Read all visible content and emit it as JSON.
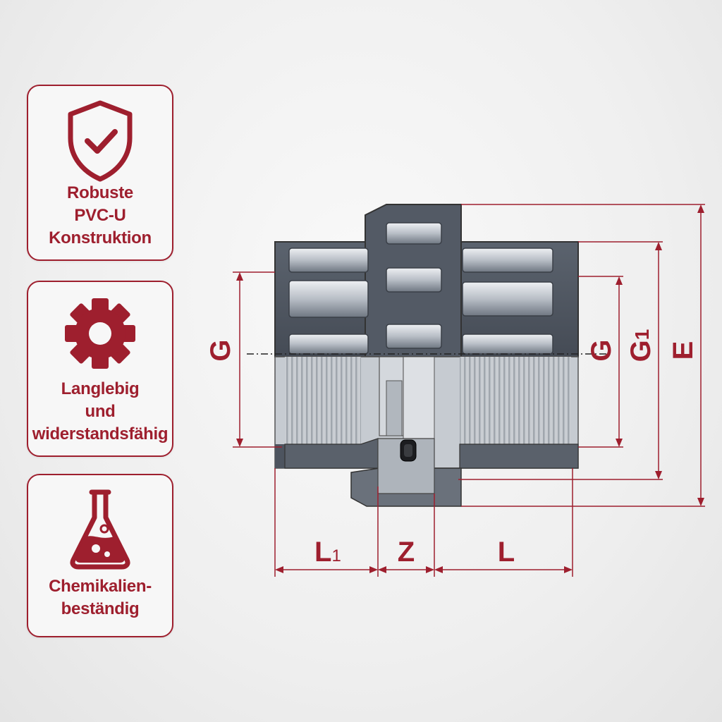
{
  "colors": {
    "accent": "#9e1f2e",
    "body_dark": "#4d545f",
    "body_light": "#c6cbd1",
    "thread": "#b3b8bf"
  },
  "features": [
    {
      "icon": "shield-check-icon",
      "label": "Robuste\nPVC-U\nKonstruktion"
    },
    {
      "icon": "gear-icon",
      "label": "Langlebig\nund\nwiderstandsfähig"
    },
    {
      "icon": "flask-icon",
      "label": "Chemikalien-\nbeständig"
    }
  ],
  "dimensions": {
    "left_g": "G",
    "right_g": "G",
    "g1": "G",
    "g1_sub": "1",
    "e": "E",
    "l1": "L",
    "l1_sub": "1",
    "z": "Z",
    "l": "L"
  }
}
